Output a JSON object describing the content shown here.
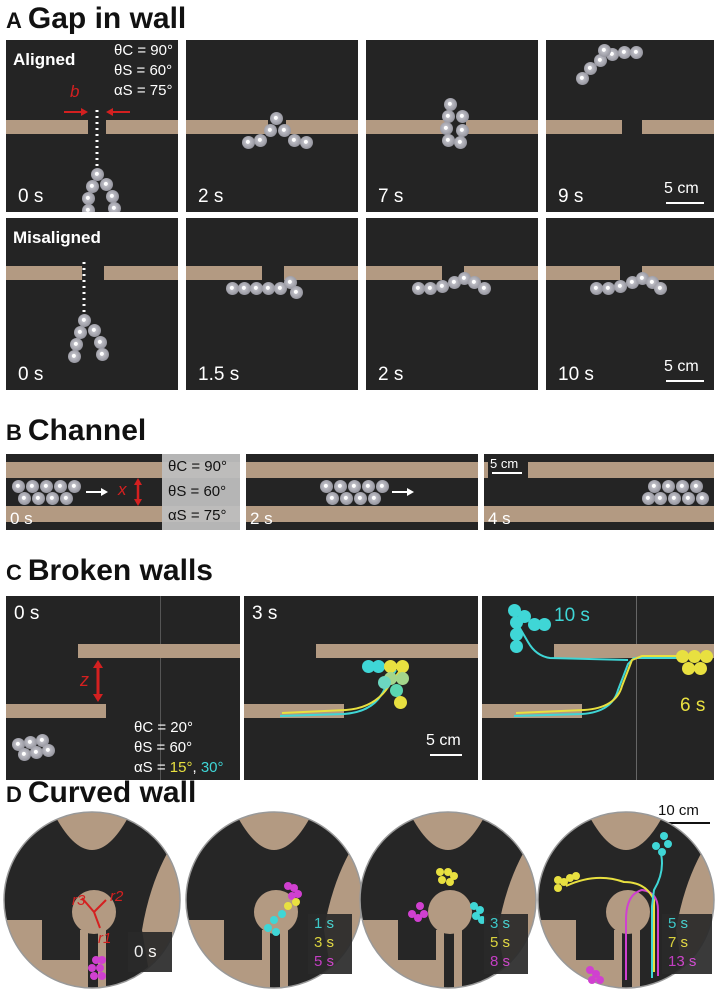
{
  "sections": {
    "A": {
      "letter": "A",
      "title": "Gap in wall"
    },
    "B": {
      "letter": "B",
      "title": "Channel"
    },
    "C": {
      "letter": "C",
      "title": "Broken walls"
    },
    "D": {
      "letter": "D",
      "title": "Curved wall"
    }
  },
  "panelA": {
    "aligned_label": "Aligned",
    "misaligned_label": "Misaligned",
    "gap_symbol": "b",
    "params": [
      "θC = 90°",
      "θS = 60°",
      "αS = 75°"
    ],
    "aligned_times": [
      "0 s",
      "2 s",
      "7 s",
      "9 s"
    ],
    "misaligned_times": [
      "0 s",
      "1.5 s",
      "2 s",
      "10 s"
    ],
    "scale_label": "5 cm"
  },
  "panelB": {
    "times": [
      "0 s",
      "2 s",
      "4 s"
    ],
    "params": [
      "θC = 90°",
      "θS = 60°",
      "αS = 75°"
    ],
    "width_symbol": "x",
    "scale_label": "5 cm"
  },
  "panelC": {
    "times": [
      "0 s",
      "3 s"
    ],
    "offset_symbol": "z",
    "params": [
      "θC = 20°",
      "θS = 60°"
    ],
    "alpha_prefix": "αS = ",
    "alpha_yellow": "15°",
    "alpha_sep": ", ",
    "alpha_cyan": "30°",
    "label_cyan_time": "10 s",
    "label_yellow_time": "6 s",
    "scale_label": "5 cm",
    "colors": {
      "cyan": "#3fd6d6",
      "yellow": "#e8e040"
    }
  },
  "panelD": {
    "radii": [
      "r3",
      "r2",
      "r1"
    ],
    "time0": "0 s",
    "legend2": [
      "1 s",
      "3 s",
      "5 s"
    ],
    "legend3": [
      "3 s",
      "5 s",
      "8 s"
    ],
    "legend4": [
      "5 s",
      "7 s",
      "13 s"
    ],
    "scale_label": "10 cm",
    "colors": {
      "cyan": "#3fd6d6",
      "yellow": "#e8e040",
      "magenta": "#d040d0",
      "wall": "#b39a82"
    }
  }
}
